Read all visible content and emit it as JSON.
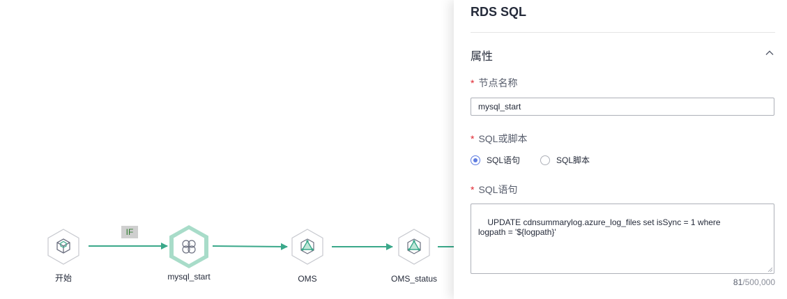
{
  "canvas": {
    "edge_condition": "IF",
    "nodes": [
      {
        "id": "start",
        "label": "开始",
        "icon": "cube-icon"
      },
      {
        "id": "mysql_start",
        "label": "mysql_start",
        "icon": "rds-sql-icon",
        "selected": true
      },
      {
        "id": "oms",
        "label": "OMS",
        "icon": "triangle-network-icon"
      },
      {
        "id": "oms_status",
        "label": "OMS_status",
        "icon": "triangle-network-icon"
      }
    ],
    "colors": {
      "edge": "#3aa88a",
      "selected_ring": "#a8dcc9",
      "node_border": "#c7c9cf",
      "icon": "#3aa88a"
    }
  },
  "panel": {
    "title": "RDS SQL",
    "section": "属性",
    "node_name": {
      "label": "节点名称",
      "value": "mysql_start"
    },
    "sql_source": {
      "label": "SQL或脚本",
      "options": [
        {
          "label": "SQL语句",
          "checked": true
        },
        {
          "label": "SQL脚本",
          "checked": false
        }
      ]
    },
    "sql_statement": {
      "label": "SQL语句",
      "value": "UPDATE cdnsummarylog.azure_log_files set isSync = 1 where\nlogpath = '${logpath}'",
      "count": "81",
      "max": "/500,000"
    },
    "colors": {
      "required": "#e0262f",
      "radio_checked": "#5e7ce0"
    }
  }
}
